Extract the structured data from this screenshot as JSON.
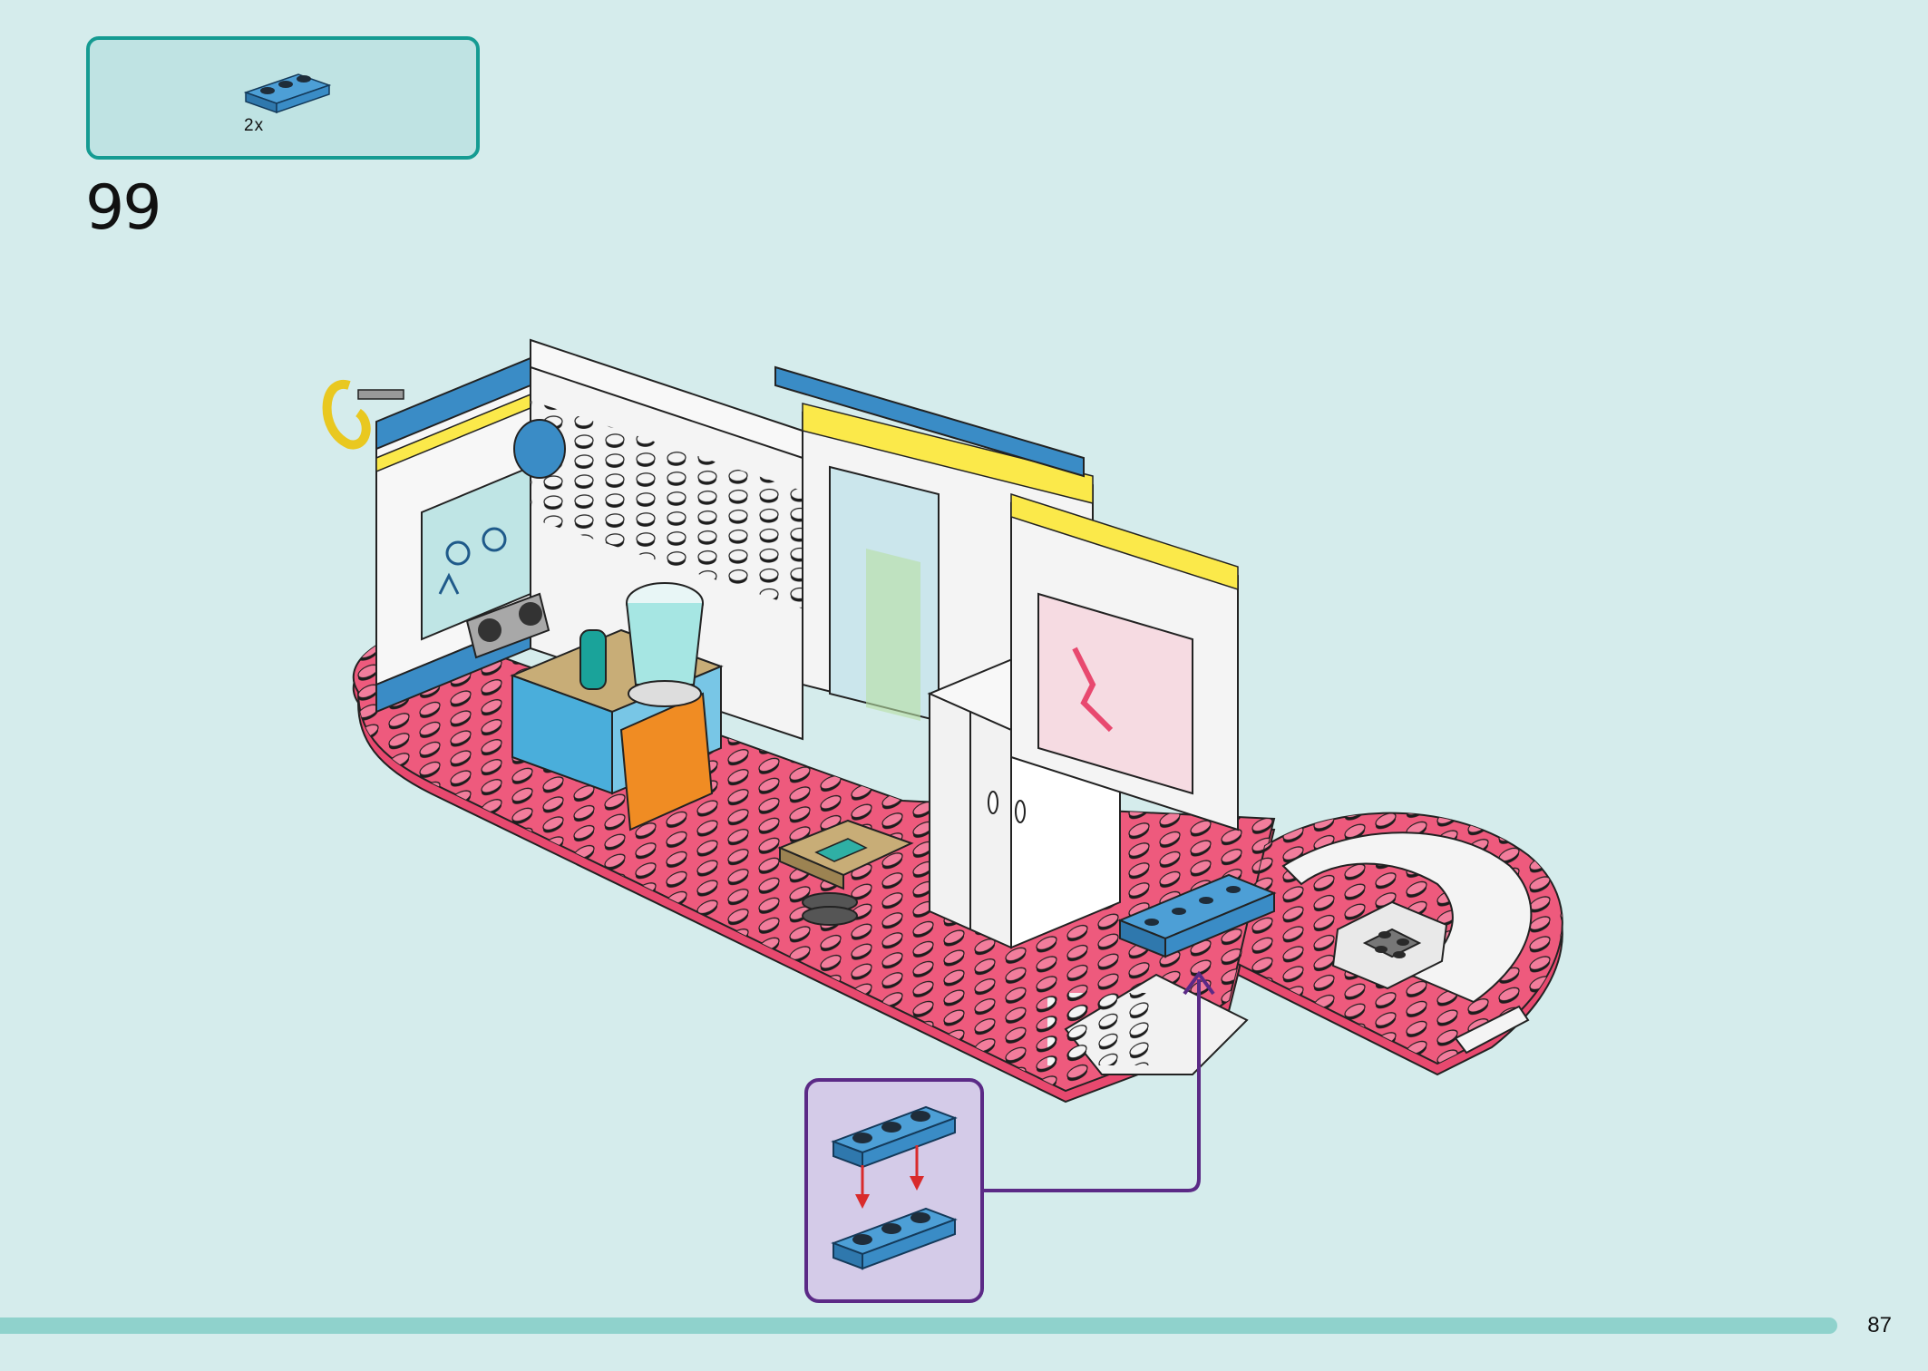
{
  "parts_list": {
    "items": [
      {
        "part_icon": "blue-plate-1x3-icon",
        "quantity": "2x",
        "color": "#3a8cc6"
      }
    ]
  },
  "step": {
    "number": "99"
  },
  "page": {
    "number": "87"
  },
  "colors": {
    "background": "#d5ecec",
    "parts_border": "#159b92",
    "callout_border": "#5b2a86",
    "callout_fill": "#d4cbe8",
    "baseplate_pink": "#ee5a7d",
    "brick_blue": "#3a8cc6",
    "arrow_red": "#d92b2b",
    "progress_bar": "#8fd2cc"
  }
}
